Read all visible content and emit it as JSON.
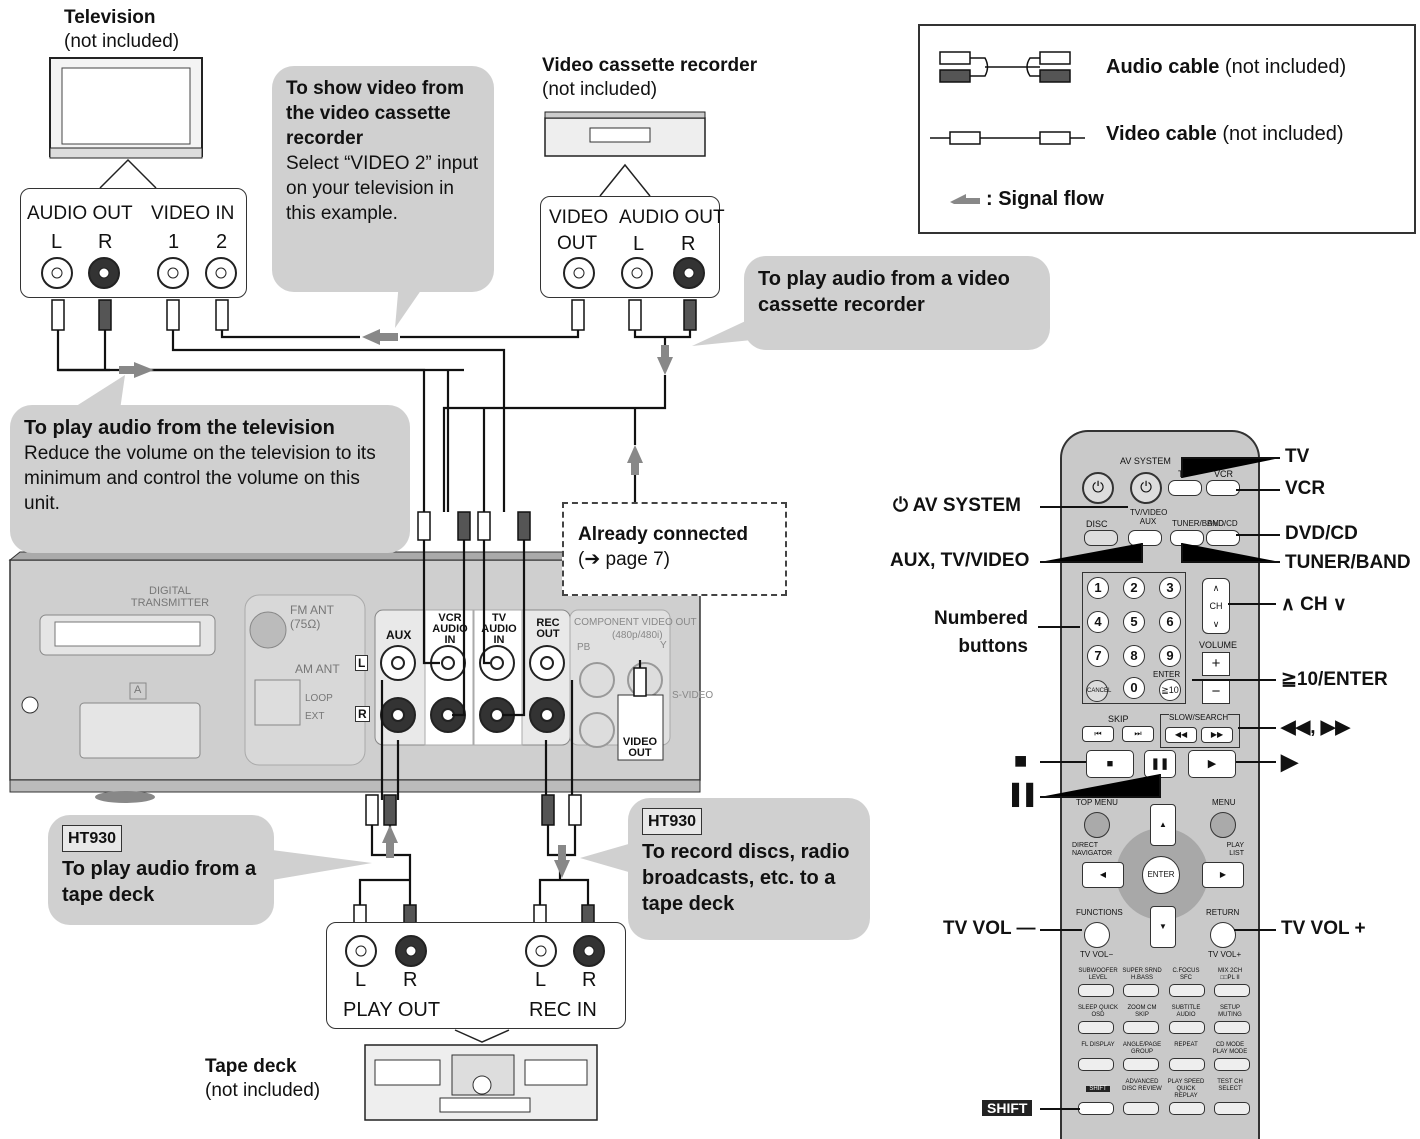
{
  "television": {
    "name": "Television",
    "note": "(not included)",
    "panel": {
      "audio_out": "AUDIO OUT",
      "video_in": "VIDEO IN",
      "l": "L",
      "r": "R",
      "one": "1",
      "two": "2"
    }
  },
  "vcr": {
    "name": "Video cassette recorder",
    "note": "(not included)",
    "panel": {
      "video": "VIDEO",
      "out": "OUT",
      "audio_out": "AUDIO OUT",
      "l": "L",
      "r": "R"
    }
  },
  "tape": {
    "name": "Tape deck",
    "note": "(not included)",
    "panel": {
      "l1": "L",
      "r1": "R",
      "l2": "L",
      "r2": "R",
      "play_out": "PLAY OUT",
      "rec_in": "REC IN"
    }
  },
  "legend": {
    "audio_label": "Audio cable",
    "audio_note": " (not included)",
    "video_label": "Video cable",
    "video_note": " (not included)",
    "flow": ": Signal flow"
  },
  "bubbles": {
    "show_video": {
      "title": "To show video from the video cassette recorder",
      "body": "Select “VIDEO 2” input on your television in this example."
    },
    "play_vcr": {
      "title": "To play audio from a video cassette recorder"
    },
    "play_tv": {
      "title": "To play audio from the television",
      "body": "Reduce the volume on the television to its minimum and control the volume on this unit."
    },
    "play_tape": {
      "tag": "HT930",
      "title": "To play audio from a tape deck"
    },
    "record": {
      "tag": "HT930",
      "title": "To record discs, radio broadcasts, etc. to a tape deck"
    },
    "already": {
      "title": "Already connected",
      "body": "(➔ page 7)"
    }
  },
  "unit": {
    "digital": "DIGITAL",
    "transmitter": "TRANSMITTER",
    "fm_ant": "FM ANT",
    "fm_ohm": "(75Ω)",
    "am_ant": "AM ANT",
    "loop": "LOOP",
    "ext": "EXT",
    "a": "A",
    "aux": "AUX",
    "vcr_audio_in": "VCR AUDIO IN",
    "tv_audio_in": "TV AUDIO IN",
    "rec_out": "REC OUT",
    "component": "COMPONENT VIDEO OUT",
    "p480": "(480p/480i)",
    "y": "Y",
    "pb": "PB",
    "svideo": "S-VIDEO",
    "video_out": "VIDEO OUT",
    "l": "L",
    "r": "R"
  },
  "remote": {
    "buttons": {
      "av_system": "AV SYSTEM",
      "tv": "TV",
      "vcr": "VCR",
      "disc": "DISC",
      "aux": "AUX",
      "tv_video": "TV/VIDEO",
      "tuner_band": "TUNER/BAND",
      "dvd_cd": "DVD/CD",
      "ch": "CH",
      "volume": "VOLUME",
      "plus": "+",
      "minus": "−",
      "cancel": "CANCEL",
      "enter": "ENTER",
      "ge10": "≧10",
      "skip": "SKIP",
      "slow_search": "SLOW/SEARCH",
      "top_menu": "TOP MENU",
      "menu": "MENU",
      "direct_navigator": "DIRECT NAVIGATOR",
      "play_list": "PLAY LIST",
      "enter_center": "ENTER",
      "functions": "FUNCTIONS",
      "return": "RETURN",
      "tv_vol_minus": "TV VOL−",
      "tv_vol_plus": "TV VOL+",
      "shift": "SHIFT",
      "n1": "1",
      "n2": "2",
      "n3": "3",
      "n4": "4",
      "n5": "5",
      "n6": "6",
      "n7": "7",
      "n8": "8",
      "n9": "9",
      "n0": "0",
      "r1a": "SUBWOOFER LEVEL",
      "r1b": "SUPER SRND H.BASS",
      "r1c": "C.FOCUS SFC",
      "r1d": "MIX 2CH □□PL II",
      "r2a": "SLEEP QUICK OSD",
      "r2b": "ZOOM CM SKIP",
      "r2c": "SUBTITLE AUDIO",
      "r2d": "SETUP MUTING",
      "r3a": "FL DISPLAY",
      "r3b": "ANGLE/PAGE GROUP",
      "r3c": "REPEAT",
      "r3d": "CD MODE PLAY MODE",
      "r4b": "ADVANCED DISC REVIEW",
      "r4c": "PLAY SPEED QUICK REPLAY",
      "r4d": "TEST CH SELECT"
    },
    "labels": {
      "tv": "TV",
      "vcr": "VCR",
      "av_system": "⏻ AV SYSTEM",
      "dvd_cd": "DVD/CD",
      "aux_tv_video": "AUX, TV/VIDEO",
      "tuner_band": "TUNER/BAND",
      "ch": "∧ CH ∨",
      "numbered": "Numbered",
      "buttons": "buttons",
      "ge10_enter": "≧10/ENTER",
      "search": "◀◀, ▶▶",
      "stop": "■",
      "pause": "▌▌",
      "play": "▶",
      "tv_vol_minus": "TV VOL —",
      "tv_vol_plus": "TV VOL +",
      "shift": "SHIFT"
    }
  }
}
